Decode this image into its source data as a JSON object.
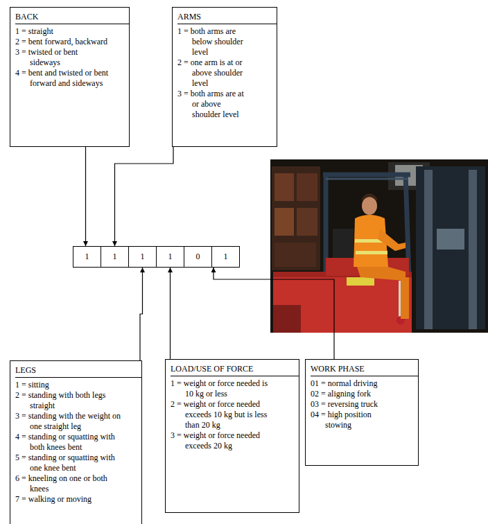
{
  "diagram": {
    "nodes": [
      {
        "text": [
          "BACK",
          "1 = straight",
          "2 = bent forward, backward",
          "3 = twisted or bent sideways",
          "4 = bent and twisted or bent forward and sideways"
        ]
      },
      {
        "text": [
          "ARMS",
          "1 = both arms are below shoulder level",
          "2 = one arm is at or above shoulder level",
          "3 = both arms are at or above shoulder level"
        ]
      },
      {
        "text": [
          "1"
        ]
      },
      {
        "text": [
          "1"
        ]
      },
      {
        "text": [
          "1"
        ]
      },
      {
        "text": [
          "1"
        ]
      },
      {
        "text": [
          "0"
        ]
      },
      {
        "text": [
          "1"
        ]
      },
      {
        "text": [
          "LEGS",
          "1 = sitting",
          "2 = standing with both legs straight",
          "3 = standing with the weight on one straight leg",
          "4 = standing or squatting with both knees bent",
          "5 = standing or squatting with one knee bent",
          "6 = kneeling on one or both knees",
          "7 = walking or moving"
        ]
      },
      {
        "text": [
          "LOAD/USE OF FORCE",
          "1 = weight or force needed is 10 kg or less",
          "2 = weight or force needed exceeds 10 kg but is less than 20 kg",
          "3 = weight or force needed exceeds 20 kg"
        ]
      },
      {
        "text": [
          "WORK PHASE",
          "01 = normal driving",
          "02 = aligning fork",
          "03 = reversing truck",
          "04 = high position stowing"
        ]
      }
    ],
    "edges": [
      {
        "from": 0,
        "to": 2,
        "arrow": "to"
      },
      {
        "from": 1,
        "to": 3,
        "arrow": "to"
      },
      {
        "from": 8,
        "to": 4,
        "arrow": "to"
      },
      {
        "from": 9,
        "to": 5,
        "arrow": "to"
      },
      {
        "from": 10,
        "to": 7,
        "arrow": "to"
      }
    ]
  }
}
